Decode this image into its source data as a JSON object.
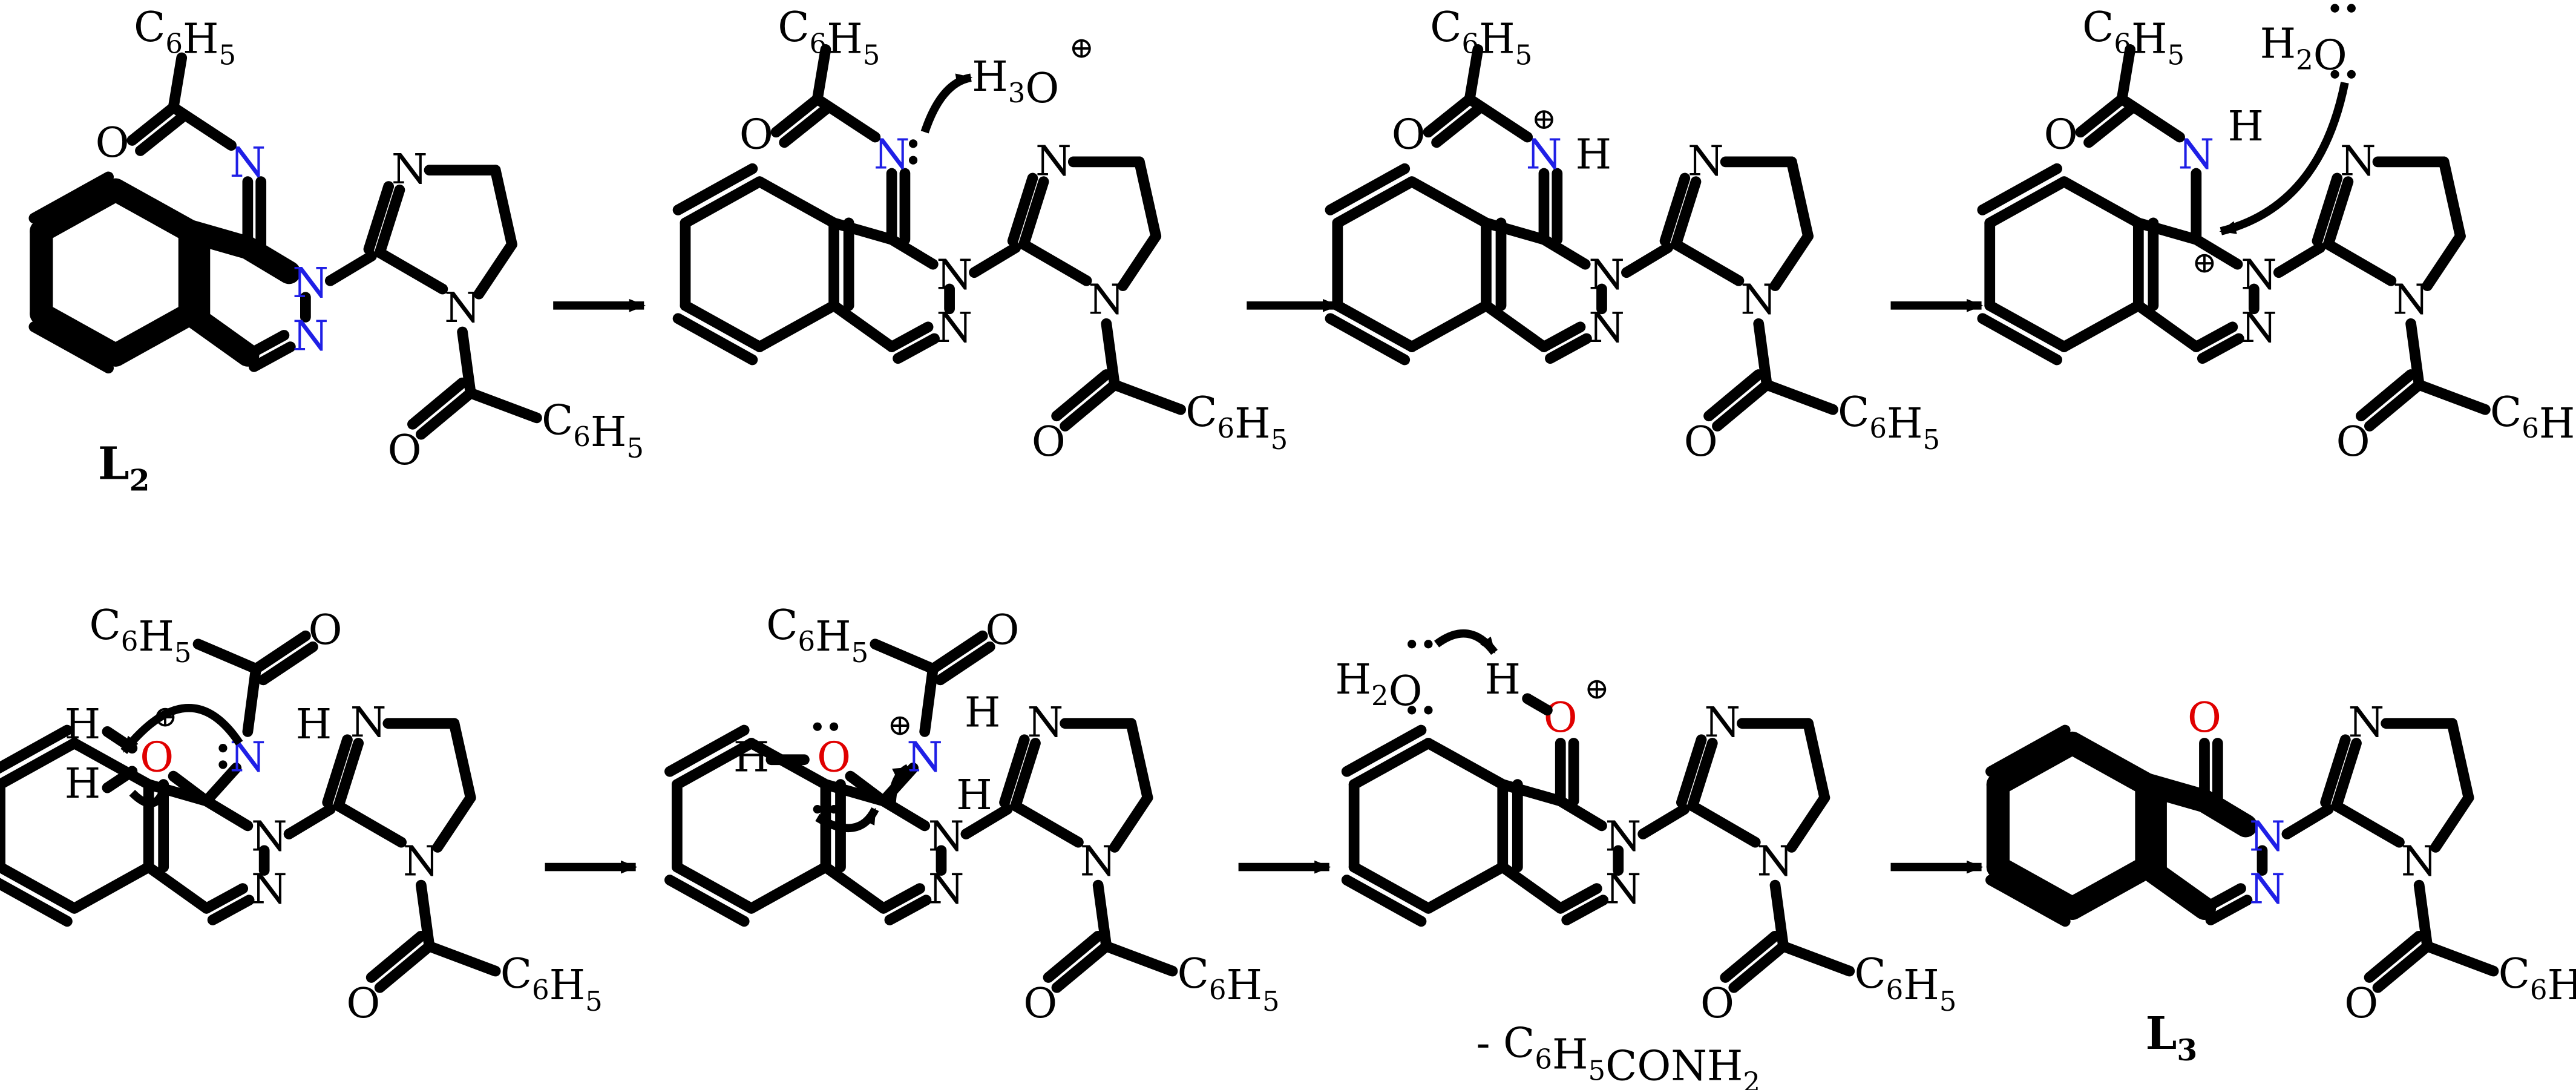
{
  "scheme": {
    "atoms": {
      "N": "N",
      "O": "O",
      "H": "H",
      "phenyl": "C6H5",
      "hydronium": "H3O",
      "water": "H2O"
    },
    "labels": {
      "start_compound": "L2",
      "end_compound": "L3",
      "byproduct": "- C6H5CONH2"
    },
    "charge_symbol": "⊕",
    "colors": {
      "nitrogen_highlight": "#1f1fe6",
      "oxygen_highlight": "#e00000",
      "ink": "#000000"
    }
  }
}
